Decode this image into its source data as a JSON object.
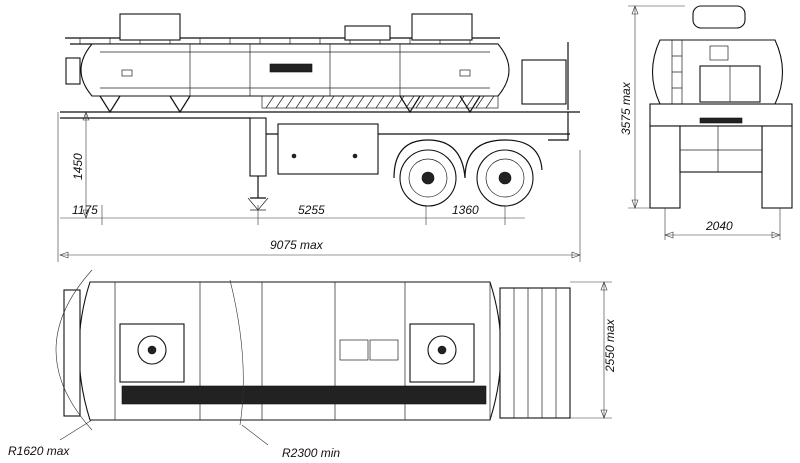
{
  "dimensions": {
    "front_overhang": "1175",
    "axle_base": "5255",
    "axle_spread": "1360",
    "overall_length": "9075 max",
    "coupling_height": "1450",
    "overall_height": "3575 max",
    "track_width": "2040",
    "overall_width": "2550 max",
    "front_swing_radius": "R1620 max",
    "turning_radius": "R2300 min"
  }
}
